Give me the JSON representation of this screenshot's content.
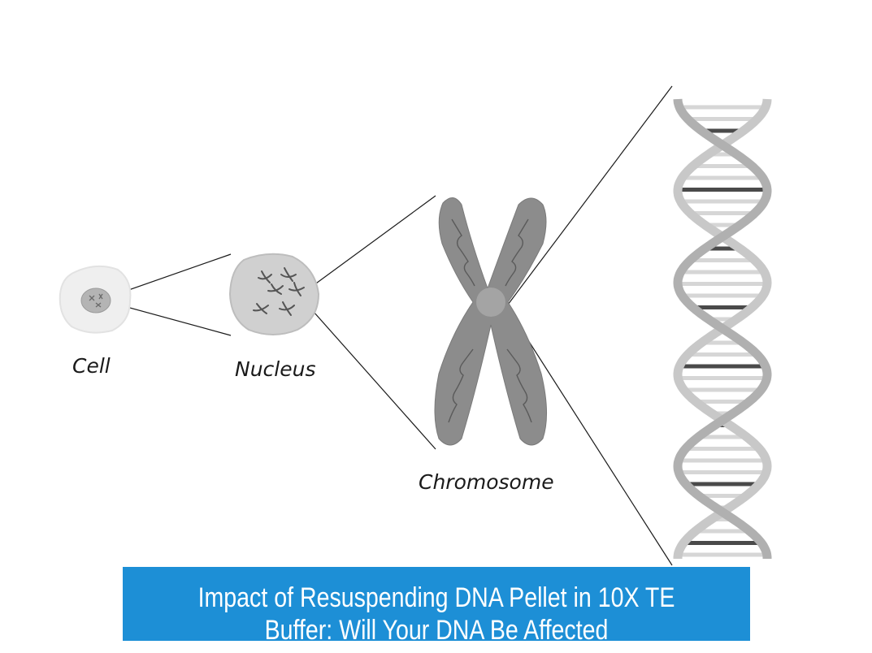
{
  "labels": {
    "cell": "Cell",
    "nucleus": "Nucleus",
    "chromosome": "Chromosome"
  },
  "banner": {
    "title": "Impact of Resuspending DNA Pellet in 10X TE Buffer: Will Your DNA Be Affected"
  },
  "colors": {
    "banner_bg": "#1d8fd6",
    "banner_text": "#ffffff",
    "line": "#1a1a1a",
    "chromosome_fill": "#8c8c8c",
    "nucleus_fill": "#d0d0d0",
    "dna_backbone": "#c8c8c8",
    "dna_rung_dark": "#4a4a4a"
  }
}
